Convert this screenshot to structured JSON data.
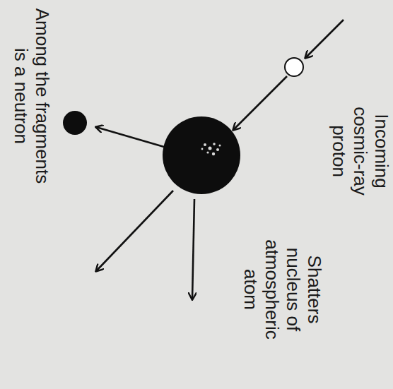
{
  "diagram": {
    "labels": [
      "Incoming cosmic-ray proton",
      "Shatters nucleus of atmospheric atom",
      "Among the fragments is a neutron"
    ]
  }
}
